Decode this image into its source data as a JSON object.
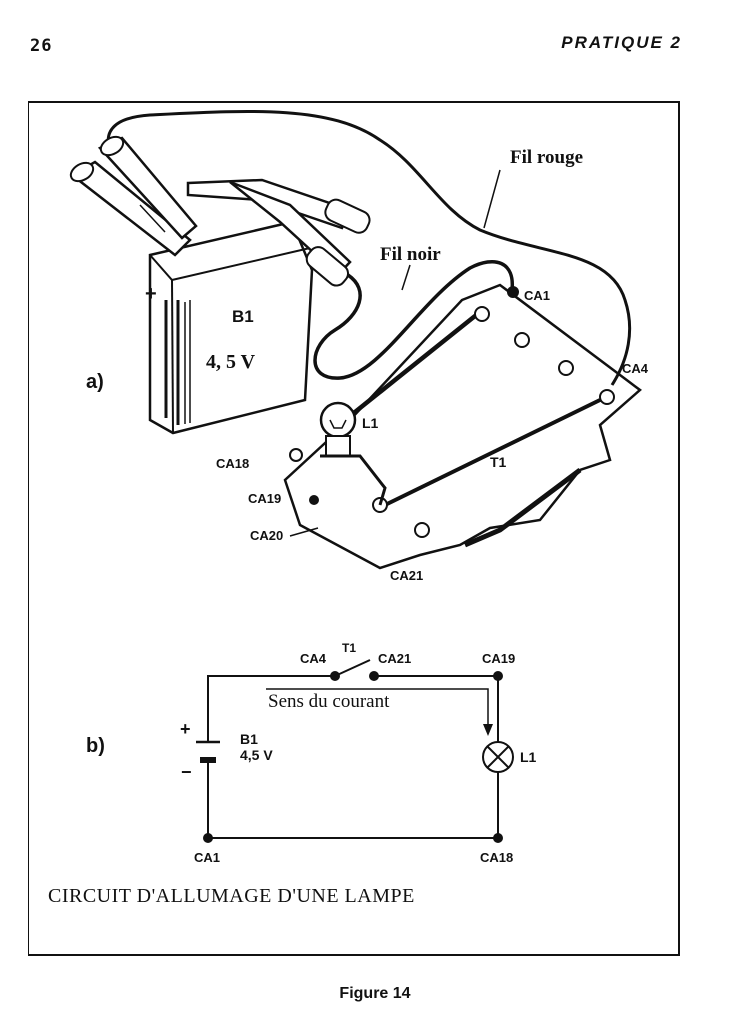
{
  "header": {
    "page_number": "26",
    "section_title": "PRATIQUE 2"
  },
  "part_a": {
    "panel_label": "a)",
    "wire_red": "Fil rouge",
    "wire_black": "Fil noir",
    "battery_name": "B1",
    "battery_voltage": "4, 5 V",
    "battery_plus": "+",
    "lamp": "L1",
    "switch": "T1",
    "terminals": {
      "ca1": "CA1",
      "ca4": "CA4",
      "ca18": "CA18",
      "ca19": "CA19",
      "ca20": "CA20",
      "ca21": "CA21"
    }
  },
  "part_b": {
    "panel_label": "b)",
    "current_direction": "Sens du courant",
    "battery_name": "B1",
    "battery_voltage": "4,5 V",
    "plus": "+",
    "minus": "−",
    "lamp": "L1",
    "switch": "T1",
    "nodes": {
      "ca4": "CA4",
      "ca21": "CA21",
      "ca19": "CA19",
      "ca1": "CA1",
      "ca18": "CA18"
    }
  },
  "caption": "CIRCUIT D'ALLUMAGE D'UNE LAMPE",
  "figure_label": "Figure 14"
}
